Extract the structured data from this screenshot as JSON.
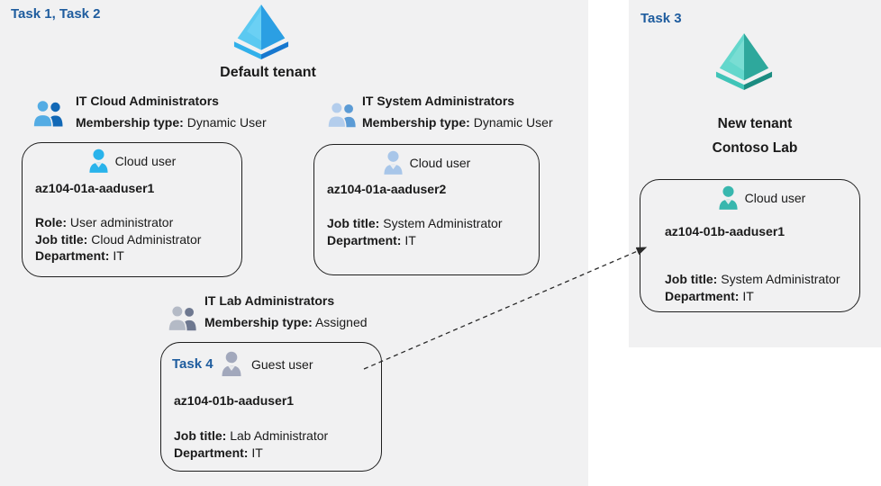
{
  "left_panel": {
    "task_label": "Task 1, Task 2",
    "tenant_name": "Default tenant",
    "groups": [
      {
        "title": "IT Cloud Administrators",
        "membership_label": "Membership type:",
        "membership_value": "Dynamic User",
        "icon_front": "#54ACE4",
        "icon_back": "#1168B6"
      },
      {
        "title": "IT System Administrators",
        "membership_label": "Membership type:",
        "membership_value": "Dynamic User",
        "icon_front": "#B3CDEC",
        "icon_back": "#5B9BD5"
      },
      {
        "title": "IT Lab Administrators",
        "membership_label": "Membership type:",
        "membership_value": "Assigned",
        "icon_front": "#B4BAC6",
        "icon_back": "#6E7890"
      }
    ],
    "users": [
      {
        "type_label": "Cloud user",
        "name": "az104-01a-aaduser1",
        "icon_color": "#29B3EB",
        "fields": [
          {
            "label": "Role:",
            "value": "User administrator"
          },
          {
            "label": "Job title:",
            "value": "Cloud Administrator"
          },
          {
            "label": "Department:",
            "value": "IT"
          }
        ]
      },
      {
        "type_label": "Cloud user",
        "name": "az104-01a-aaduser2",
        "icon_color": "#A8C6E9",
        "fields": [
          {
            "label": "Job title:",
            "value": "System Administrator"
          },
          {
            "label": "Department:",
            "value": "IT"
          }
        ]
      },
      {
        "task_label": "Task 4",
        "type_label": "Guest user",
        "name": "az104-01b-aaduser1",
        "icon_color": "#A2A8BC",
        "fields": [
          {
            "label": "Job title:",
            "value": "Lab Administrator"
          },
          {
            "label": "Department:",
            "value": "IT"
          }
        ]
      }
    ]
  },
  "right_panel": {
    "task_label": "Task 3",
    "tenant_name_line1": "New tenant",
    "tenant_name_line2": "Contoso Lab",
    "user": {
      "type_label": "Cloud user",
      "name": "az104-01b-aaduser1",
      "icon_color": "#38B7AE",
      "fields": [
        {
          "label": "Job title:",
          "value": "System Administrator"
        },
        {
          "label": "Department:",
          "value": "IT"
        }
      ]
    }
  },
  "icons": {
    "default_tenant": "azure-ad-pyramid-blue",
    "new_tenant": "azure-ad-pyramid-teal",
    "group": "two-users-icon",
    "cloud_user": "user-silhouette-icon",
    "guest_user": "user-silhouette-icon",
    "relation": "dashed-arrow"
  },
  "colors": {
    "task_label": "#1E5C9E",
    "panel_background": "#F1F1F2",
    "box_border": "#1F1F1F",
    "azure_blue_light": "#5BC9F1",
    "azure_blue_dark": "#2B9FE3",
    "azure_band_light": "#31B0EA",
    "azure_band_dark": "#1778CF",
    "teal_light": "#64D7CC",
    "teal_dark": "#2EA89C",
    "teal_band_light": "#40C4B8",
    "teal_band_dark": "#1B8C81",
    "arrow": "#2A2A2A"
  }
}
